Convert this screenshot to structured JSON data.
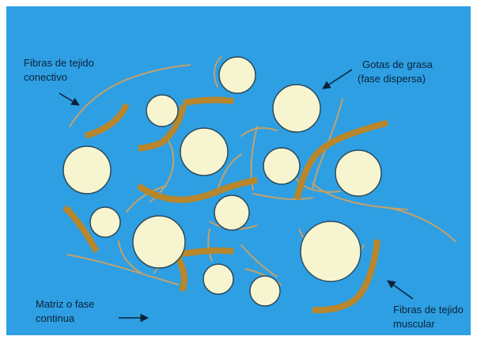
{
  "colors": {
    "background": "#2e9fe3",
    "fat_droplet": "#f7f5cf",
    "fat_droplet_stroke": "#2a4a5e",
    "muscle_fiber": "#b8862b",
    "connective_fiber": "#c4a06a",
    "label_text": "#0b2238",
    "border": "#ffffff"
  },
  "labels": {
    "connective_line1": "Fibras de tejido",
    "connective_line2": "conectivo",
    "fat_line1": "Gotas de grasa",
    "fat_line2": "(fase dispersa)",
    "matrix_line1": "Matriz o fase",
    "matrix_line2": "continua",
    "muscle_line1": "Fibras de tejido",
    "muscle_line2": "muscular"
  }
}
